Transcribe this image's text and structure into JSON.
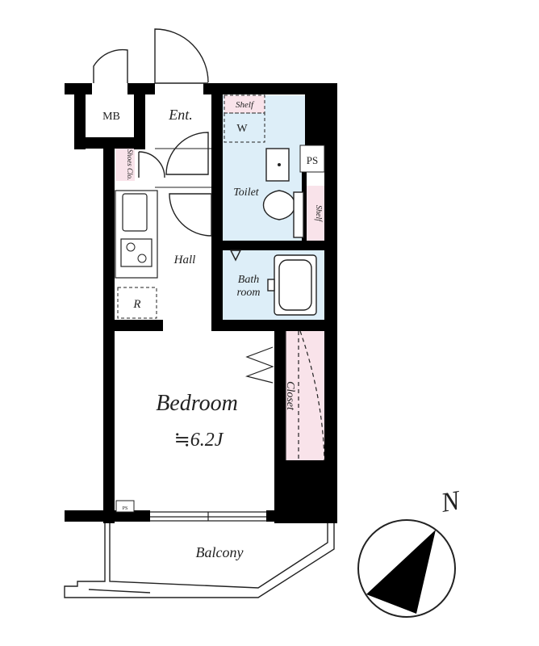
{
  "rooms": {
    "mb": "MB",
    "entrance": "Ent.",
    "shelf_top": "Shelf",
    "washer": "W",
    "ps": "PS",
    "toilet": "Toilet",
    "shelf_side": "Shelf",
    "shoes_closet": "Shoes Clo.",
    "hall": "Hall",
    "bath_line1": "Bath",
    "bath_line2": "room",
    "refrigerator": "R",
    "bedroom": "Bedroom",
    "bedroom_area": "≒6.2J",
    "closet": "Closet",
    "balcony": "Balcony",
    "small_label": "PS"
  },
  "compass": {
    "north": "N"
  },
  "colors": {
    "wall": "#000000",
    "wet_area": "#ddeef8",
    "closet_pink": "#f9e3ea",
    "line": "#222222"
  }
}
